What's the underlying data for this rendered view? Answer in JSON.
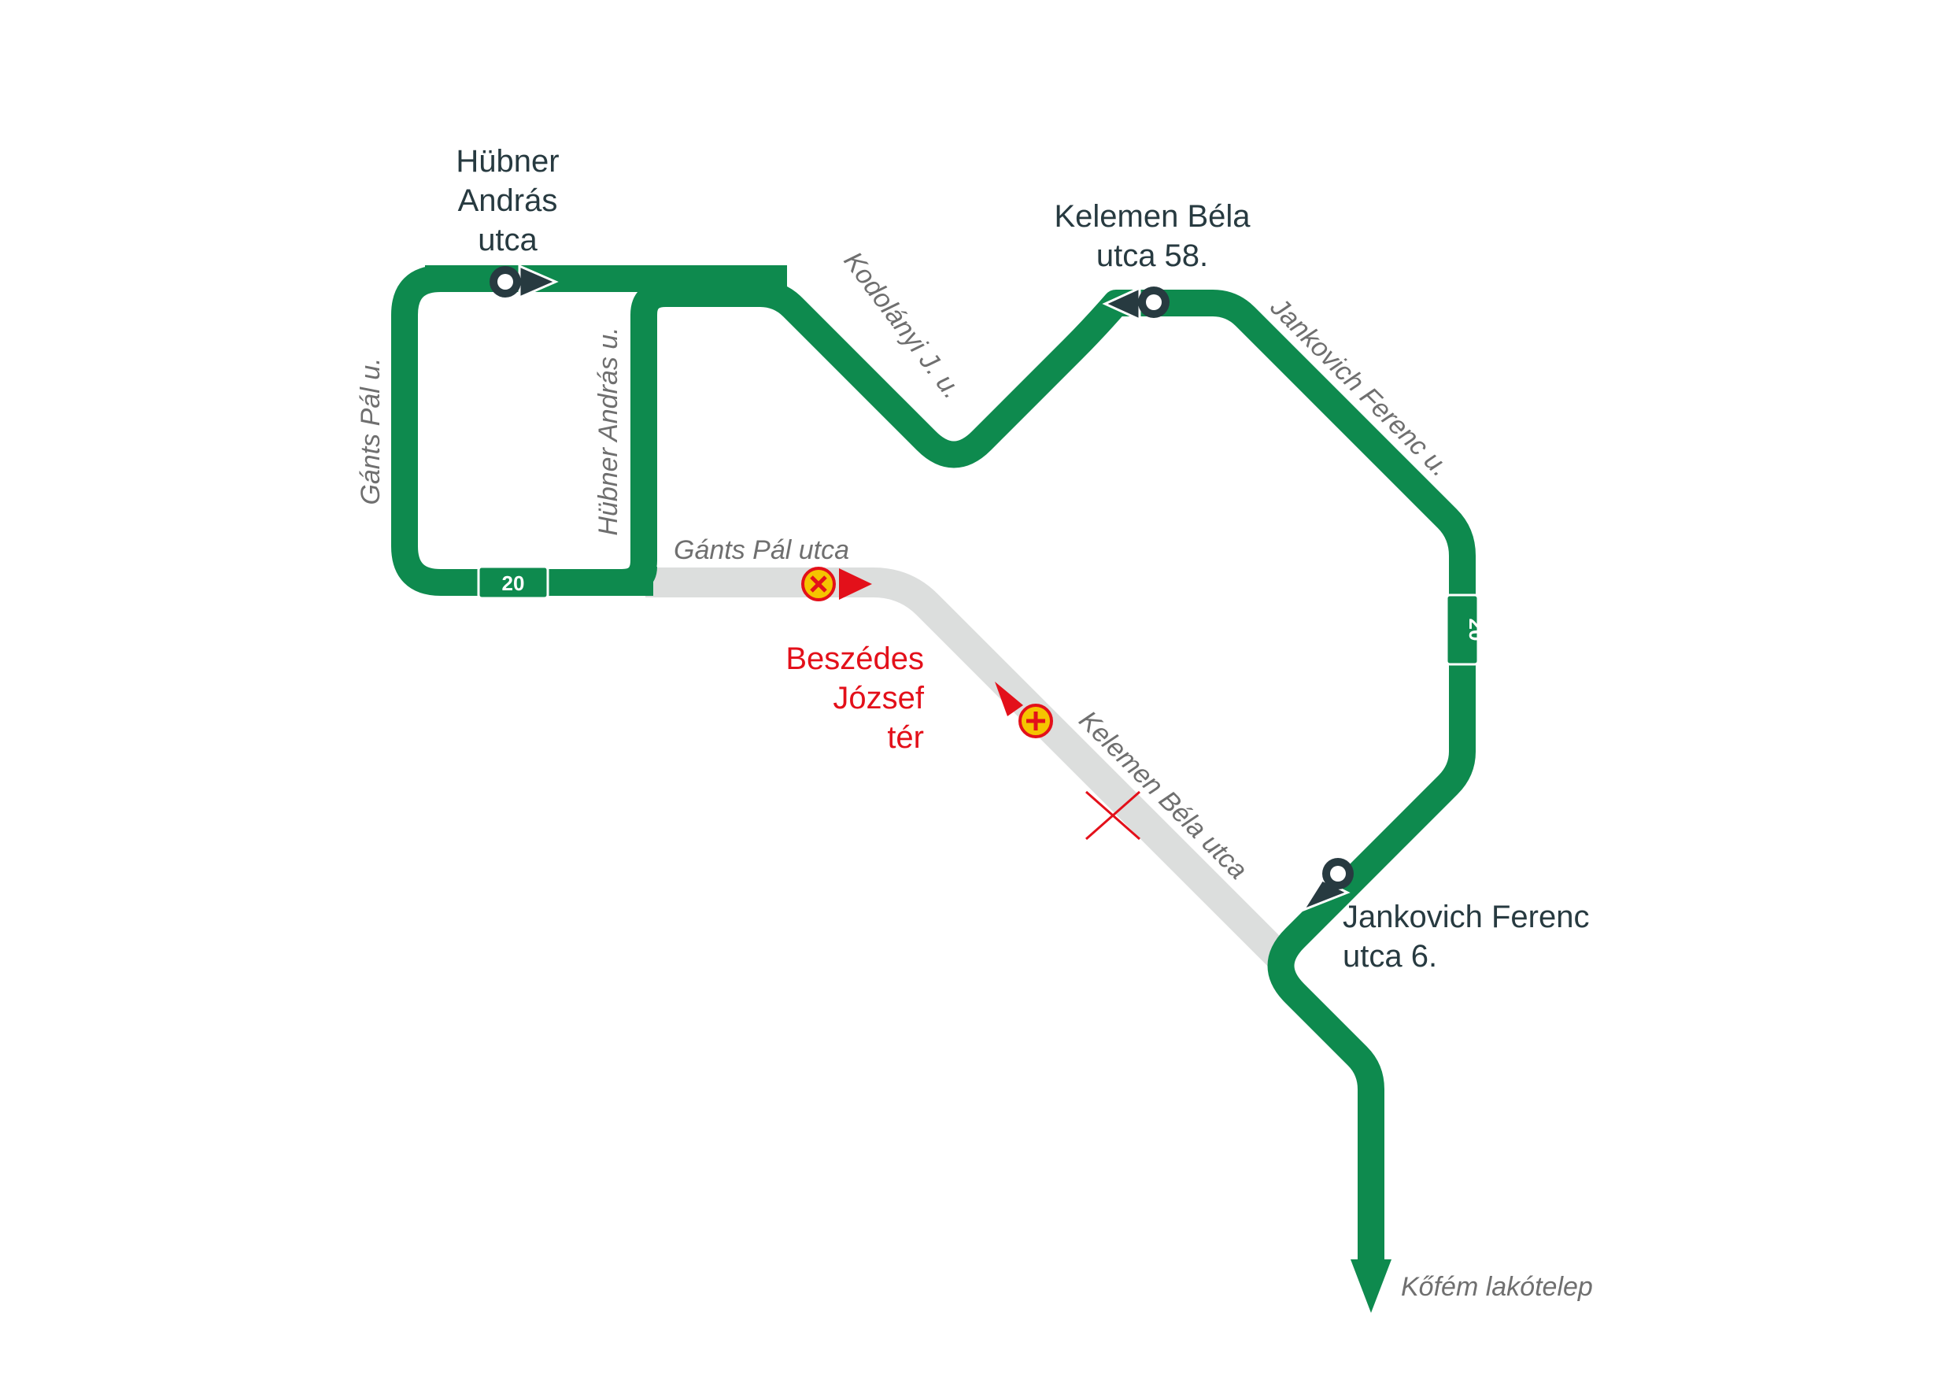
{
  "route": {
    "number": "20",
    "color": "#0e8a4e",
    "closed_color": "#dcdedd",
    "destination": "Kőfém lakótelep"
  },
  "stops": {
    "hubner": [
      "Hübner",
      "András",
      "utca"
    ],
    "kelemen": [
      "Kelemen Béla",
      "utca 58."
    ],
    "jankovich": [
      "Jankovich Ferenc",
      "utca 6."
    ]
  },
  "closed_stop": {
    "name": [
      "Beszédes",
      "József",
      "tér"
    ],
    "color": "#e3101a"
  },
  "streets": {
    "gants_pal_left": "Gánts Pál u.",
    "hubner_vertical": "Hübner András u.",
    "kodolanyi": "Kodolányi J. u.",
    "jankovich_street": "Jankovich Ferenc u.",
    "gants_pal_closed": "Gánts Pál utca",
    "kelemen_street": "Kelemen Béla utca"
  },
  "icons": {
    "stop_marker": "bus-stop-marker-icon",
    "cancelled_stop": "cancelled-stop-icon",
    "temporary_stop": "temporary-stop-icon",
    "closed_road": "road-closed-cross-icon",
    "direction": "direction-arrow-icon"
  }
}
